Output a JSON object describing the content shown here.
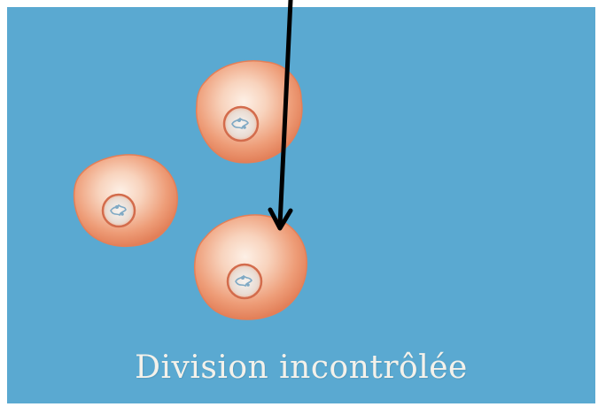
{
  "caption": "Division incontrôlée",
  "colors": {
    "background": "#5aa9d1",
    "cell_edge": "#e8835d",
    "cell_center": "#fbe7da",
    "nucleus_ring": "#d7704f",
    "chromatin": "#8fb8cf",
    "arrow": "#000000"
  },
  "scene": {
    "cells": [
      {
        "name": "cell-top"
      },
      {
        "name": "cell-left"
      },
      {
        "name": "cell-bottom"
      }
    ],
    "arrow": {
      "name": "pointer-arrow"
    }
  }
}
